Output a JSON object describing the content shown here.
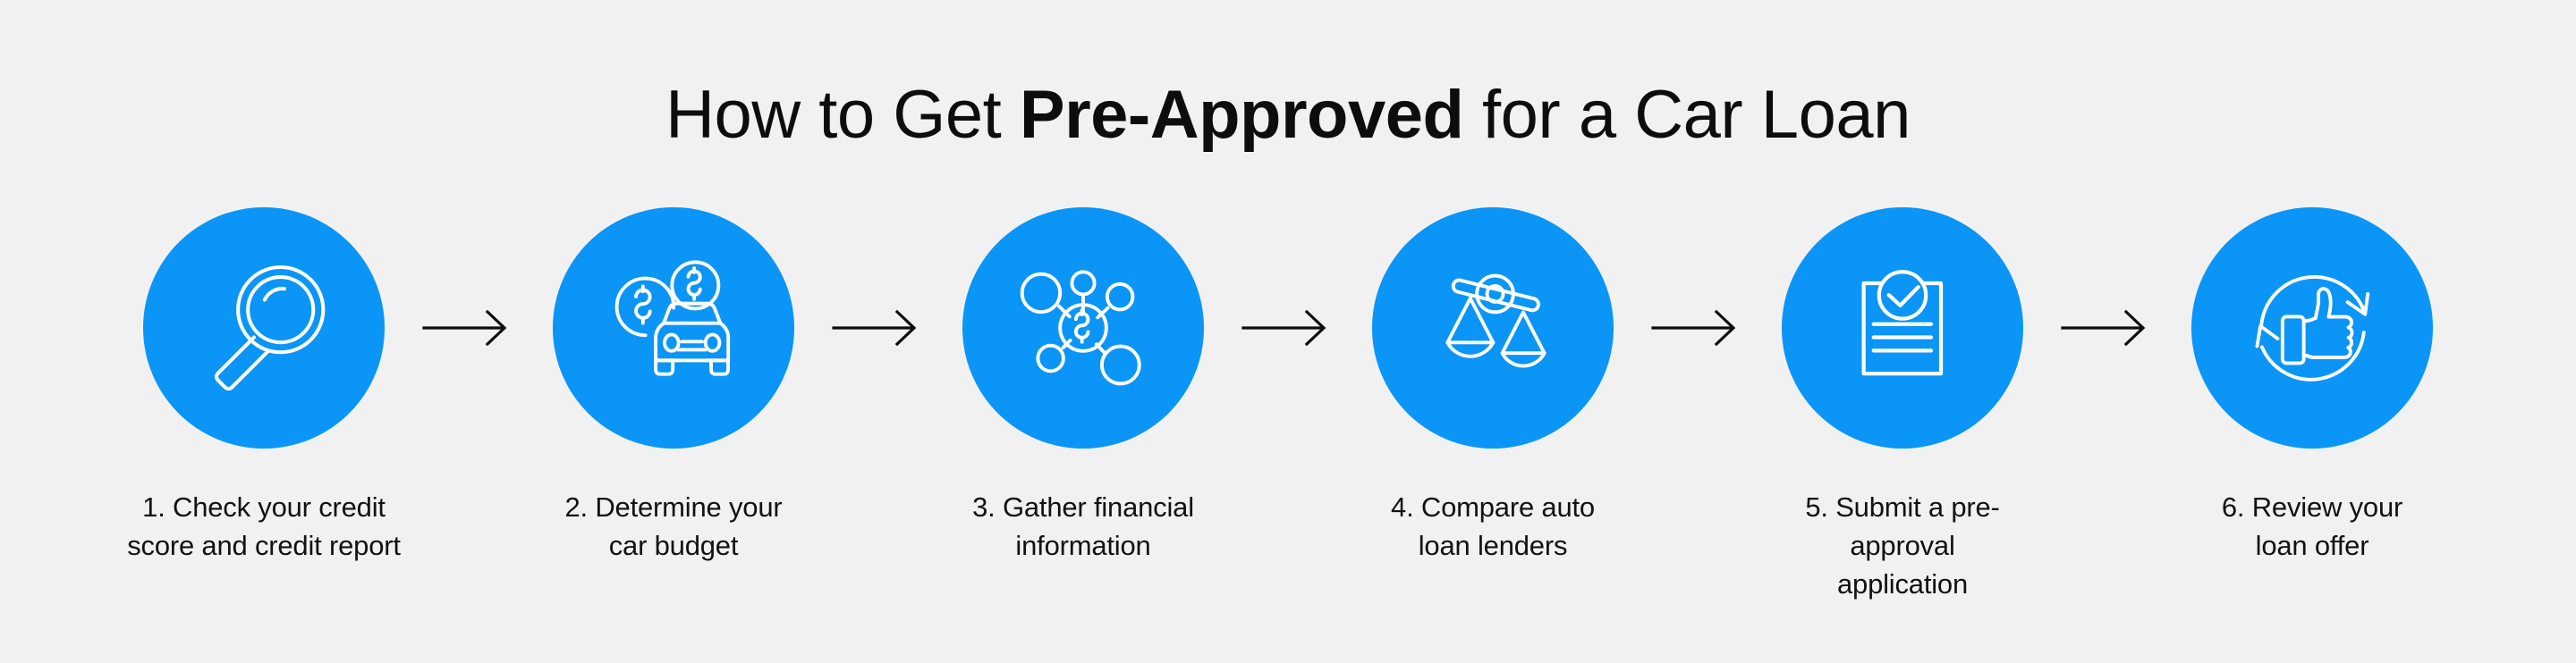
{
  "page": {
    "background_color": "#f1f1f1",
    "accent_color": "#0a95f7",
    "text_color": "#121212"
  },
  "title": {
    "part1": "How to Get ",
    "emphasis": "Pre-Approved",
    "part2": " for a Car Loan",
    "full": "How to Get Pre-Approved for a Car Loan"
  },
  "steps": [
    {
      "number": "1.",
      "caption": "1. Check your credit\nscore and credit report",
      "icon": "magnifying-glass-icon"
    },
    {
      "number": "2.",
      "caption": "2. Determine your\ncar budget",
      "icon": "car-with-money-icon"
    },
    {
      "number": "3.",
      "caption": "3. Gather financial\ninformation",
      "icon": "money-network-icon"
    },
    {
      "number": "4.",
      "caption": "4. Compare auto\nloan lenders",
      "icon": "balance-scales-icon"
    },
    {
      "number": "5.",
      "caption": "5. Submit a pre-approval\napplication",
      "icon": "document-checkmark-icon"
    },
    {
      "number": "6.",
      "caption": "6. Review your\nloan offer",
      "icon": "thumbs-up-refresh-icon"
    }
  ],
  "connectors": [
    {
      "icon": "arrow-right-icon"
    },
    {
      "icon": "arrow-right-icon"
    },
    {
      "icon": "arrow-right-icon"
    },
    {
      "icon": "arrow-right-icon"
    },
    {
      "icon": "arrow-right-icon"
    }
  ]
}
